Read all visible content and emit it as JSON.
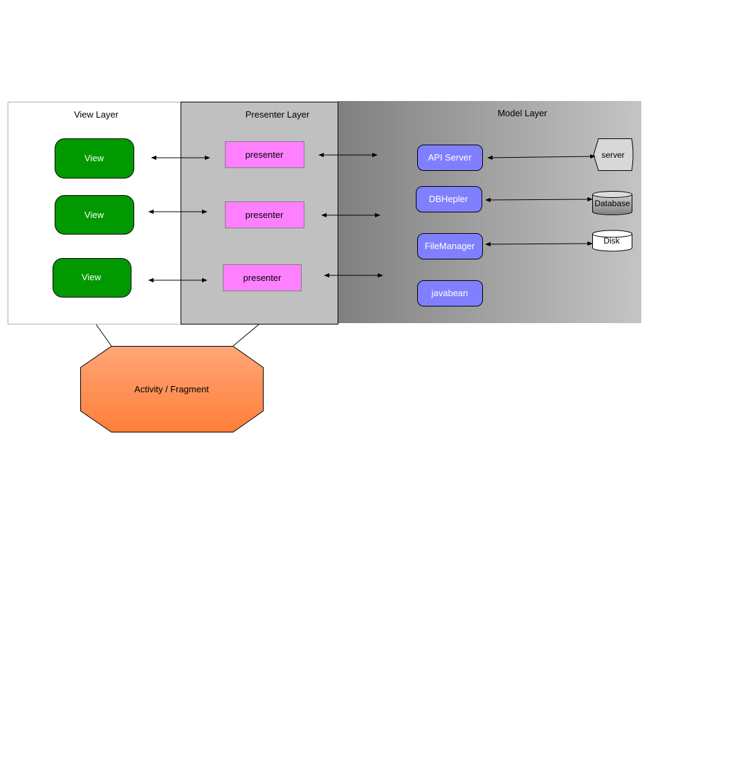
{
  "layers": {
    "view": "View Layer",
    "presenter": "Presenter Layer",
    "model": "Model Layer"
  },
  "view_boxes": [
    "View",
    "View",
    "View"
  ],
  "presenter_boxes": [
    "presenter",
    "presenter",
    "presenter"
  ],
  "model_boxes": [
    "API Server",
    "DBHepler",
    "FileManager",
    "javabean"
  ],
  "stores": {
    "server": "server",
    "database": "Database",
    "disk": "Disk"
  },
  "activity": "Activity / Fragment",
  "colors": {
    "view_fill": "#009900",
    "presenter_fill": "#ff80ff",
    "model_fill": "#8080ff",
    "presenter_layer_fill": "#c0c0c0",
    "activity_top": "#ffa070",
    "activity_bottom": "#ff7f3f"
  }
}
